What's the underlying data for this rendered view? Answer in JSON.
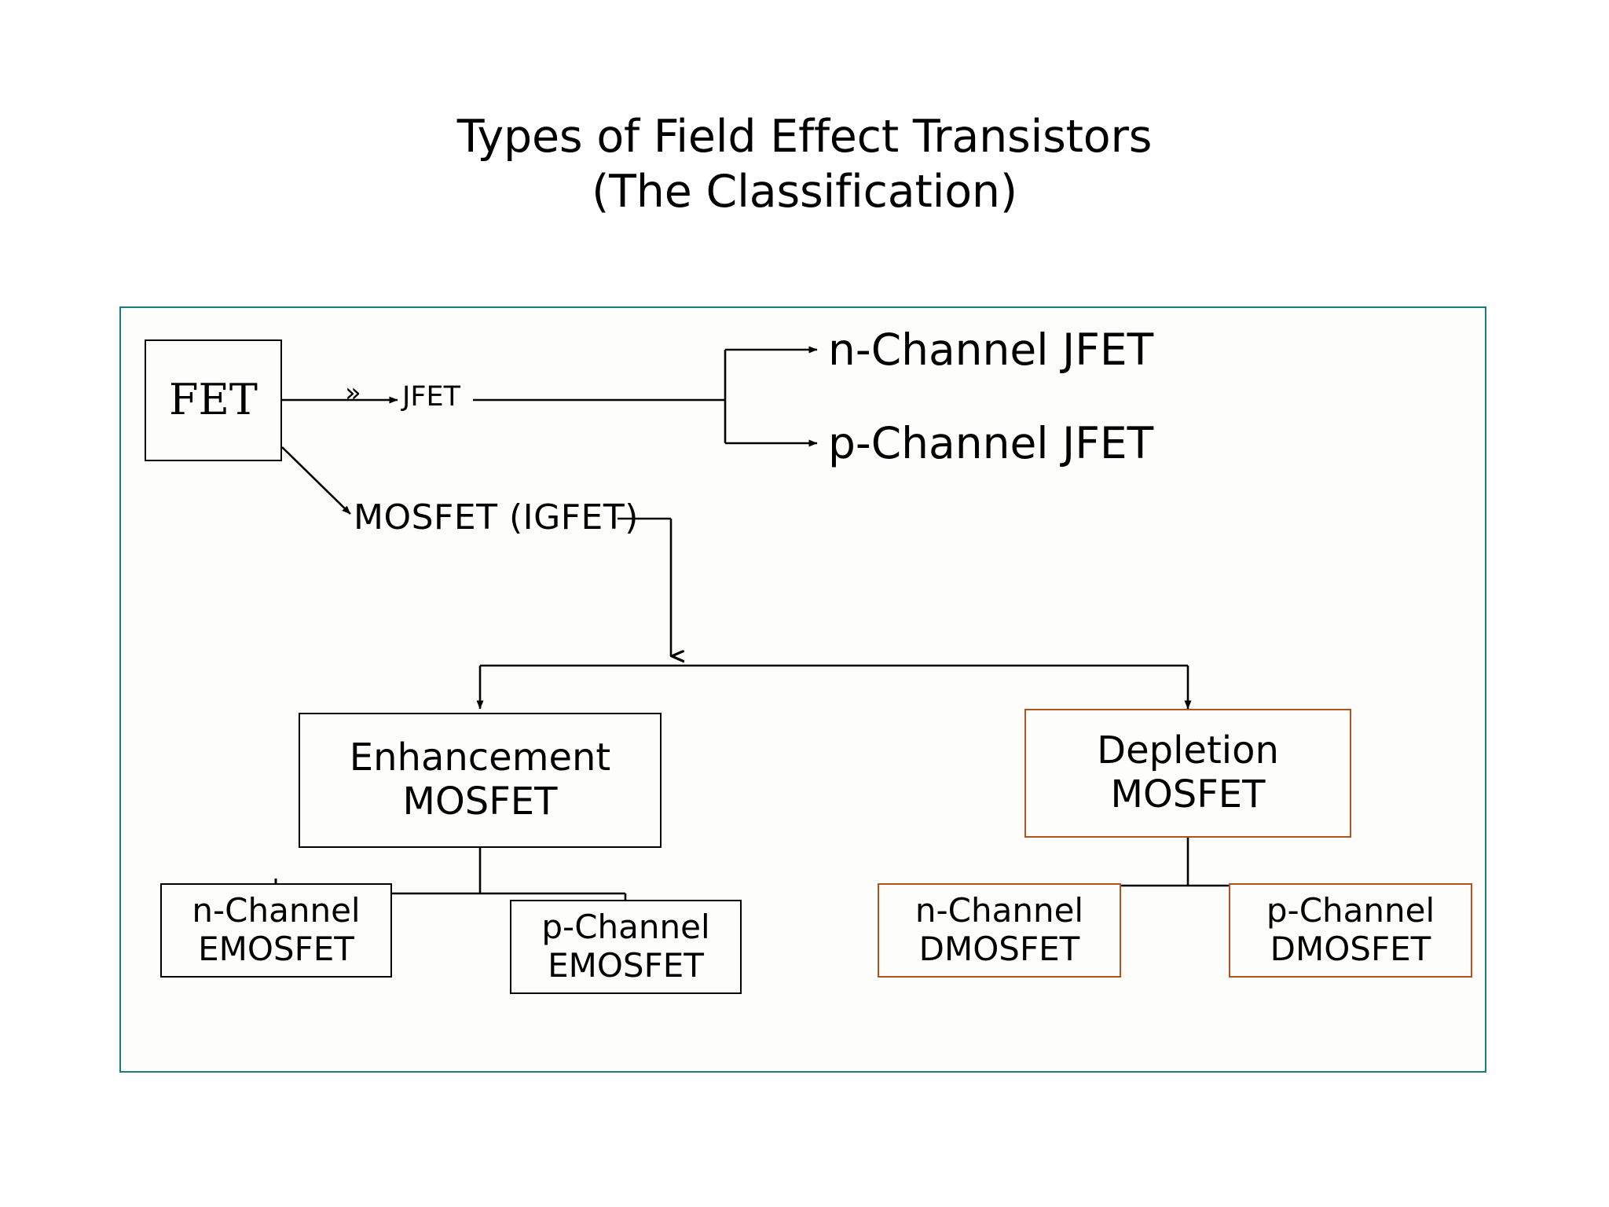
{
  "title": {
    "line1": "Types of Field Effect Transistors",
    "line2": "(The Classification)"
  },
  "colors": {
    "panel_border": "#177f80",
    "box_border_black": "#000000",
    "box_border_orange": "#b4521f",
    "text": "#000000",
    "background": "#ffffff"
  },
  "diagram": {
    "root": {
      "label": "FET"
    },
    "branch_marker": "»",
    "jfet": {
      "label": "JFET",
      "children": [
        {
          "label": "n-Channel JFET"
        },
        {
          "label": "p-Channel JFET"
        }
      ]
    },
    "mosfet": {
      "label": "MOSFET (IGFET)",
      "children": [
        {
          "label_line1": "Enhancement",
          "label_line2": "MOSFET",
          "children": [
            {
              "label_line1": "n-Channel",
              "label_line2": "EMOSFET"
            },
            {
              "label_line1": "p-Channel",
              "label_line2": "EMOSFET"
            }
          ]
        },
        {
          "label_line1": "Depletion",
          "label_line2": "MOSFET",
          "children": [
            {
              "label_line1": "n-Channel",
              "label_line2": "DMOSFET"
            },
            {
              "label_line1": "p-Channel",
              "label_line2": "DMOSFET"
            }
          ]
        }
      ]
    }
  }
}
